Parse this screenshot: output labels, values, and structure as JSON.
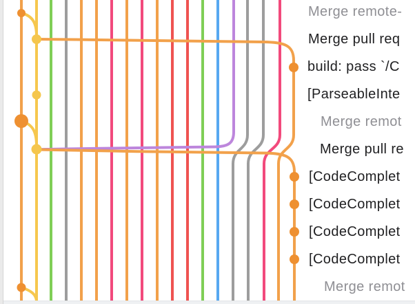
{
  "colors": {
    "orange": "#F2A14B",
    "yellow": "#F6C74E",
    "green": "#7FCE56",
    "gray": "#9D9D9D",
    "pink": "#F24A7C",
    "red": "#EF5351",
    "blue": "#57A8F1",
    "purple": "#BD86DC",
    "node_orange": "#EE9031",
    "node_yellow": "#F5C64D"
  },
  "commits": [
    {
      "message": "Merge remote-",
      "muted": true
    },
    {
      "message": "Merge pull req",
      "muted": false
    },
    {
      "message": "build: pass `/C",
      "muted": false
    },
    {
      "message": "[ParseableInte",
      "muted": false
    },
    {
      "message": "Merge remot",
      "muted": true
    },
    {
      "message": "Merge pull re",
      "muted": false
    },
    {
      "message": "[CodeComplet",
      "muted": false
    },
    {
      "message": "[CodeComplet",
      "muted": false
    },
    {
      "message": "[CodeComplet",
      "muted": false
    },
    {
      "message": "[CodeComplet",
      "muted": false
    },
    {
      "message": "Merge remot",
      "muted": true
    }
  ]
}
